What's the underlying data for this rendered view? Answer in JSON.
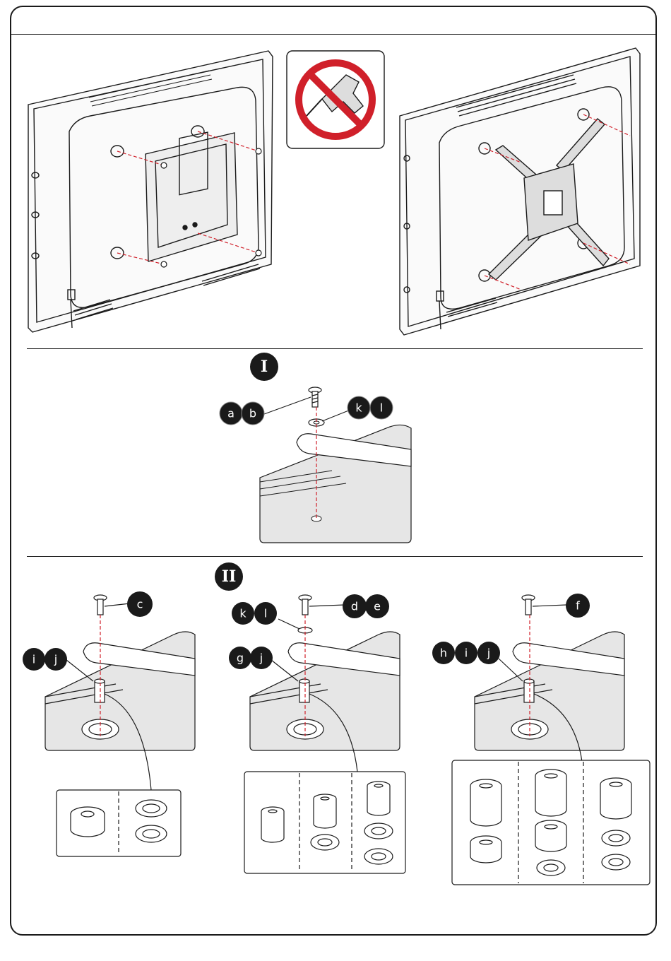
{
  "page": {
    "background": "#ffffff",
    "line_color": "#1a1a1a",
    "guide_color": "#d0202a",
    "prohibit_color": "#d0202a"
  },
  "header": {
    "title": ""
  },
  "overview": {
    "warning_icon": "no-power-drill-icon",
    "left_tv": "tv-back-with-small-bracket",
    "right_tv": "tv-back-with-x-bracket"
  },
  "step1": {
    "roman": "I",
    "screw_badges": [
      "a",
      "b"
    ],
    "washer_badges": [
      "k",
      "l"
    ]
  },
  "step2": {
    "roman": "II",
    "panels": [
      {
        "screw_badges": [
          "c"
        ],
        "washer_badges": [],
        "spacer_badges": [
          "i",
          "j"
        ],
        "options": [
          [
            "spacer-medium"
          ],
          [
            "adapter-ring",
            "adapter-ring"
          ]
        ]
      },
      {
        "screw_badges": [
          "d",
          "e"
        ],
        "washer_badges": [
          "k",
          "l"
        ],
        "spacer_badges": [
          "g",
          "j"
        ],
        "options": [
          [
            "spacer-short"
          ],
          [
            "spacer-short",
            "adapter-ring"
          ],
          [
            "spacer-tall",
            "adapter-ring",
            "adapter-ring"
          ]
        ]
      },
      {
        "screw_badges": [
          "f"
        ],
        "washer_badges": [],
        "spacer_badges": [
          "h",
          "i",
          "j"
        ],
        "options": [
          [
            "spacer-large",
            "spacer-medium"
          ],
          [
            "spacer-large",
            "spacer-medium",
            "adapter-ring"
          ],
          [
            "spacer-large",
            "adapter-ring",
            "adapter-ring"
          ]
        ]
      }
    ]
  }
}
